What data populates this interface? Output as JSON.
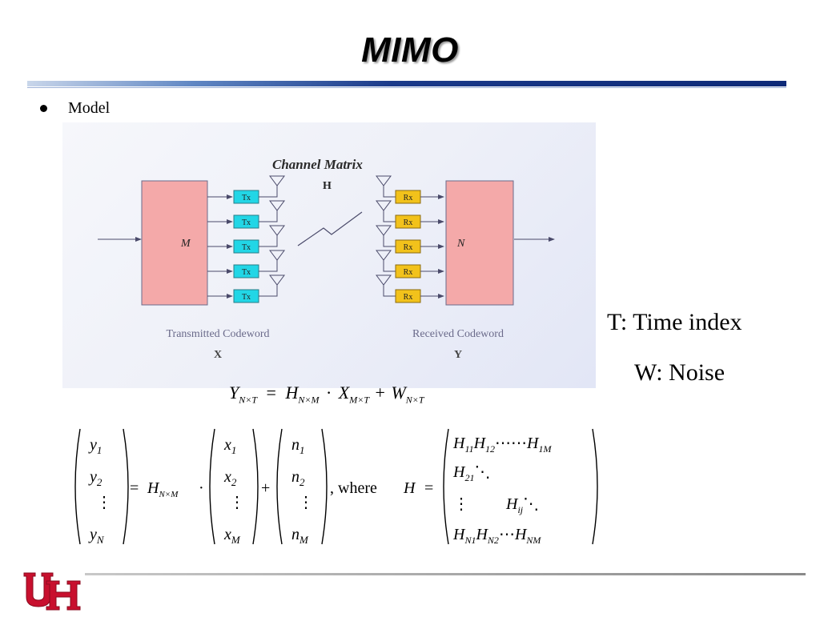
{
  "slide": {
    "title": "MIMO",
    "bullet": "Model",
    "time_index": "T: Time index",
    "noise": "W: Noise",
    "equation_main": {
      "Y": "Y",
      "Y_sub": "N×T",
      "eq": "=",
      "H": "H",
      "H_sub": "N×M",
      "dot": "·",
      "X": "X",
      "X_sub": "M×T",
      "plus": "+",
      "W": "W",
      "W_sub": "N×T"
    }
  },
  "diagram": {
    "title": "Channel Matrix",
    "channel": "H",
    "tx_block": "M",
    "rx_block": "N",
    "tx_caption": "Transmitted Codeword",
    "tx_symbol": "X",
    "rx_caption": "Received Codeword",
    "rx_symbol": "Y",
    "tx_labels": [
      "Tx",
      "Tx",
      "Tx",
      "Tx",
      "Tx"
    ],
    "rx_labels": [
      "Rx",
      "Rx",
      "Rx",
      "Rx",
      "Rx"
    ],
    "colors": {
      "block_fill": "#f4a9a9",
      "tx_fill": "#22d6e6",
      "rx_fill": "#f2c21b",
      "line": "#4a4a6a"
    }
  },
  "matrix_equation": {
    "y_vec": [
      "y",
      "y",
      "⋮",
      "y"
    ],
    "y_sub": [
      "1",
      "2",
      "",
      "N"
    ],
    "eq": "=",
    "H": "H",
    "H_sub": "N×M",
    "dot": "·",
    "x_vec": [
      "x",
      "x",
      "⋮",
      "x"
    ],
    "x_sub": [
      "1",
      "2",
      "",
      "M"
    ],
    "plus": "+",
    "n_vec": [
      "n",
      "n",
      "⋮",
      "n"
    ],
    "n_sub": [
      "1",
      "2",
      "",
      "M"
    ],
    "where": ", where",
    "H2": "H",
    "eq2": "=",
    "H_row1": [
      "H",
      "H",
      "⋯⋯",
      "H"
    ],
    "H_row1_sub": [
      "11",
      "12",
      "",
      "1M"
    ],
    "H_row2": [
      "H",
      "⋱"
    ],
    "H_row2_sub": [
      "21",
      ""
    ],
    "H_row3": [
      "⋮",
      "H",
      "⋱"
    ],
    "H_row3_sub": [
      "",
      "ij",
      ""
    ],
    "H_row4": [
      "H",
      "H",
      "⋯",
      "H"
    ],
    "H_row4_sub": [
      "N1",
      "N2",
      "",
      "NM"
    ]
  },
  "logo": {
    "label": "UH",
    "color": "#c8102e"
  }
}
